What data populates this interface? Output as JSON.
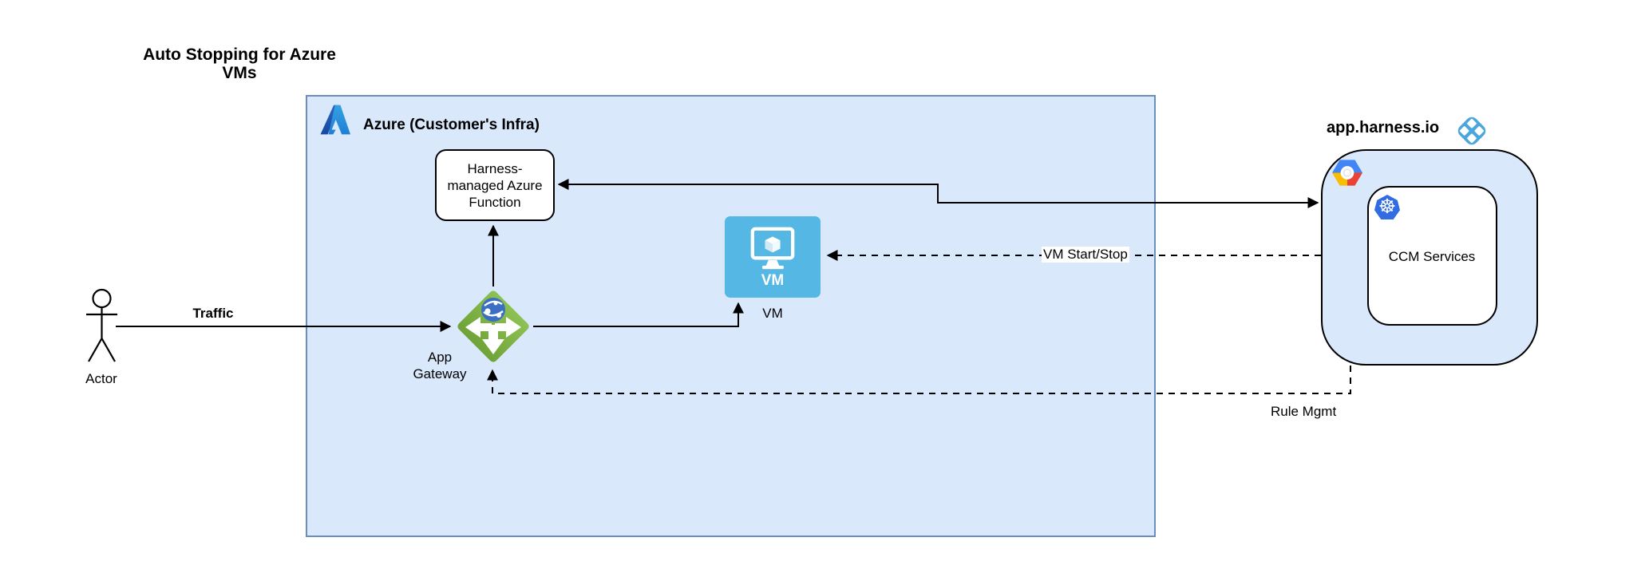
{
  "title": "Auto Stopping for Azure\nVMs",
  "azure": {
    "header": "Azure (Customer's Infra)",
    "function_label": "Harness-\nmanaged Azure\nFunction",
    "gateway_label": "App\nGateway",
    "vm_icon_text": "VM",
    "vm_label": "VM"
  },
  "actor_label": "Actor",
  "edges": {
    "traffic": "Traffic",
    "vm_start_stop": "VM Start/Stop",
    "rule_mgmt": "Rule Mgmt"
  },
  "harness": {
    "title": "app.harness.io",
    "ccm_label": "CCM Services"
  },
  "icons": {
    "azure_logo": "azure-logo",
    "harness_logo": "harness-logo",
    "gcp_logo": "gcp-logo",
    "kubernetes_logo": "kubernetes-logo",
    "kubernetes_glyph": "☸",
    "vm_monitor": "vm-monitor-icon",
    "app_gateway": "app-gateway-icon",
    "actor": "actor-figure"
  },
  "colors": {
    "container_fill": "#dae8fc",
    "azure_border": "#6c8ebf",
    "box_border": "#000000",
    "vm_fill": "#54b7e4",
    "gateway_green_light": "#8dc153",
    "gateway_green_dark": "#6fa337",
    "globe_blue": "#3a6fc4",
    "harness_blue": "#49a7dd",
    "k8s_blue": "#326ce5",
    "gcp_blue": "#4285f4",
    "gcp_red": "#ea4335",
    "gcp_yellow": "#fbbc05",
    "azure_dark_blue": "#1f55ad",
    "azure_light_blue": "#35a2e2",
    "line": "#000000"
  }
}
